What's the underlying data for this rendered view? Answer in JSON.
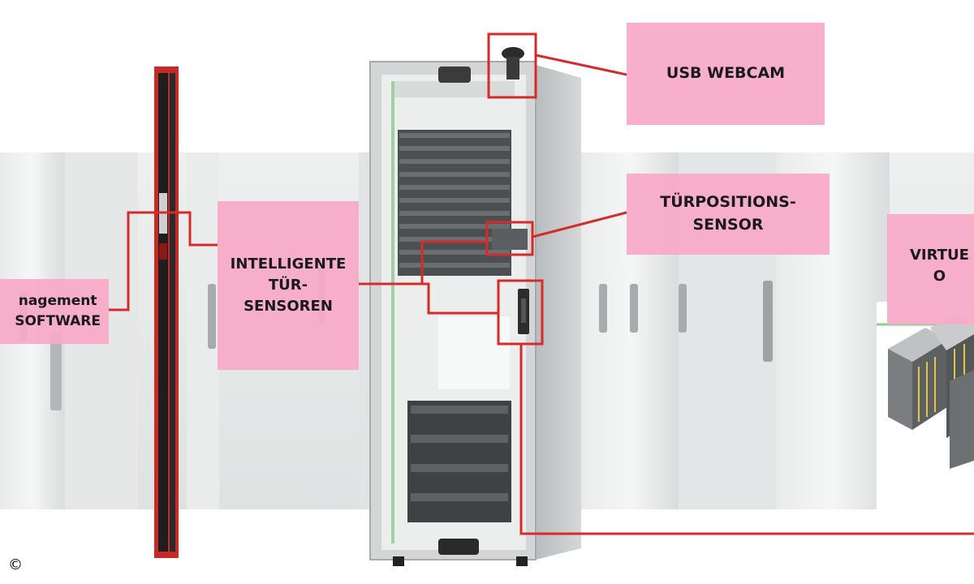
{
  "colors": {
    "callout_fill": "#f7a9c8",
    "connector": "#d52b2b",
    "pdu_body": "#c62a24",
    "rack_frame": "#c9cbcc",
    "floor_panel": "#e4e6e6"
  },
  "callouts": {
    "usb_webcam": "USB WEBCAM",
    "door_position_sensor": "TÜRPOSITIONS-\nSENSOR",
    "intelligent_door_sensors": "INTELLIGENTE\nTÜR-\nSENSOREN",
    "management_software": "nagement\nSOFTWARE",
    "virtual": "VIRTUE\nO"
  },
  "copyright": "©",
  "icons": [
    "rack-cabinet-icon",
    "pdu-strip-icon",
    "webcam-icon",
    "door-sensor-icon",
    "server-cluster-icon"
  ]
}
